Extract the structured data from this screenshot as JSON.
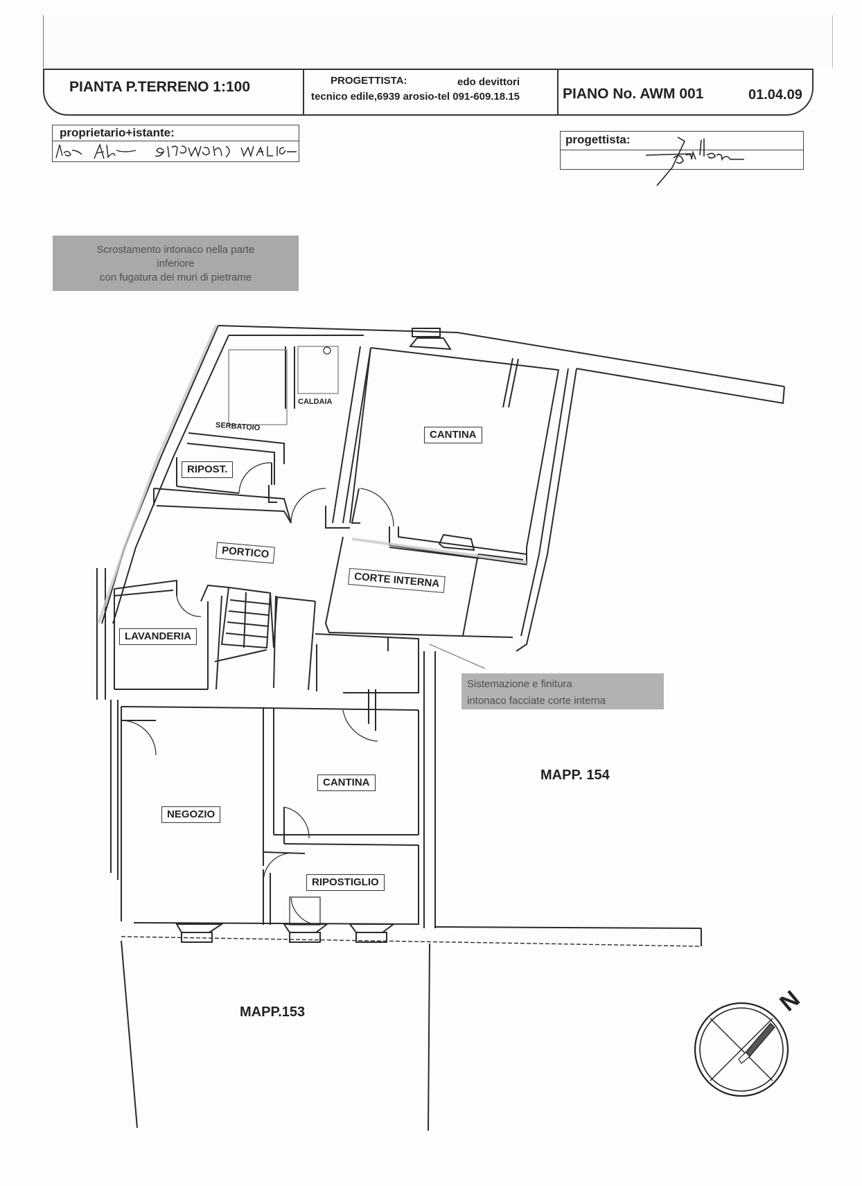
{
  "header": {
    "title": "PIANTA P.TERRENO  1:100",
    "designer_label": "PROGETTISTA:",
    "designer_name": "edo devittori",
    "designer_details": "tecnico edile,6939 arosio-tel 091-609.18.15",
    "plan_number": "PIANO No.  AWM  001",
    "date": "01.04.09"
  },
  "owner": {
    "label": "proprietario+istante:"
  },
  "designer_box": {
    "label": "progettista:"
  },
  "notes": {
    "top_note": [
      "Scrostamento intonaco nella parte",
      "inferiore",
      "con fugatura dei muri di pietrame"
    ],
    "court_note": [
      "Sistemazione e finitura",
      "intonaco facciate corte interna"
    ]
  },
  "rooms": {
    "caldaia": "CALDAIA",
    "serbatoio": "SERBATOIO",
    "ripost": "RIPOST.",
    "cantina_top": "CANTINA",
    "portico": "PORTICO",
    "corte_interna": "CORTE INTERNA",
    "lavanderia": "LAVANDERIA",
    "negozio": "NEGOZIO",
    "cantina_bottom": "CANTINA",
    "ripostiglio": "RIPOSTIGLIO"
  },
  "parcels": {
    "mapp_154": "MAPP. 154",
    "mapp_153": "MAPP.153"
  },
  "compass": {
    "north_letter": "N",
    "icon": "north-arrow-icon"
  }
}
